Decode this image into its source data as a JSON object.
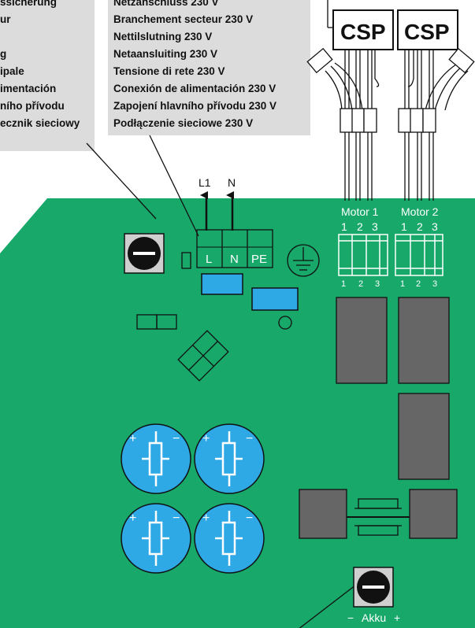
{
  "left_label_lines": [
    "ssicherung",
    "ur",
    "",
    "g",
    "ipale",
    "imentación",
    "ního přívodu",
    "ecznik sieciowy"
  ],
  "mid_label_lines": [
    "Netzanschluss 230 V",
    "Branchement secteur 230 V",
    "Nettilslutning 230 V",
    "Netaansluiting 230 V",
    "Tensione di rete 230 V",
    "Conexión de alimentación 230 V",
    "Zapojení hlavního přívodu 230 V",
    "Podłączenie sieciowe 230 V"
  ],
  "csp_labels": [
    "CSP",
    "CSP"
  ],
  "phase_labels": {
    "l1": "L1",
    "n": "N"
  },
  "terminal_labels": {
    "l": "L",
    "n": "N",
    "pe": "PE"
  },
  "motor1": {
    "title": "Motor 1",
    "top": [
      "1",
      "2",
      "3"
    ],
    "bottom": [
      "1",
      "2",
      "3"
    ]
  },
  "motor2": {
    "title": "Motor 2",
    "top": [
      "1",
      "2",
      "3"
    ],
    "bottom": [
      "1",
      "2",
      "3"
    ]
  },
  "battery": {
    "minus": "−",
    "label": "Akku",
    "plus": "+"
  },
  "capacitor_signs": {
    "plus": "+",
    "minus": "−"
  },
  "colors": {
    "board": "#17a86a",
    "capacitor": "#2ea9e6",
    "chip": "#666666",
    "label_bg": "#dcdcdc"
  }
}
